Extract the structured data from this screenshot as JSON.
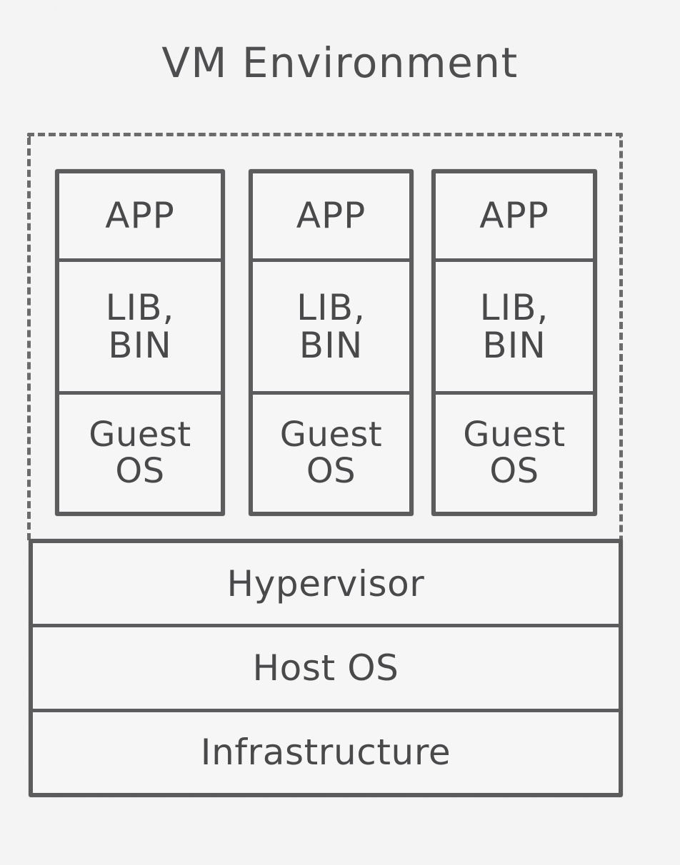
{
  "title": "VM Environment",
  "vm_group": {
    "boundary_style": "dashed",
    "columns": [
      {
        "id": "vm-1",
        "cells": [
          {
            "name": "app",
            "label": "APP"
          },
          {
            "name": "lib-bin",
            "label": "LIB,\nBIN"
          },
          {
            "name": "guest-os",
            "label": "Guest\nOS"
          }
        ]
      },
      {
        "id": "vm-2",
        "cells": [
          {
            "name": "app",
            "label": "APP"
          },
          {
            "name": "lib-bin",
            "label": "LIB,\nBIN"
          },
          {
            "name": "guest-os",
            "label": "Guest\nOS"
          }
        ]
      },
      {
        "id": "vm-3",
        "cells": [
          {
            "name": "app",
            "label": "APP"
          },
          {
            "name": "lib-bin",
            "label": "LIB,\nBIN"
          },
          {
            "name": "guest-os",
            "label": "Guest\nOS"
          }
        ]
      }
    ]
  },
  "bottom_stack": {
    "layers": [
      {
        "name": "hypervisor",
        "label": "Hypervisor"
      },
      {
        "name": "host-os",
        "label": "Host OS"
      },
      {
        "name": "infrastructure",
        "label": "Infrastructure"
      }
    ]
  },
  "colors": {
    "background": "#f4f4f5",
    "stroke": "#5c5c5e",
    "dashed_stroke": "#6b6b6d",
    "text": "#49494b",
    "title_text": "#4e4e50"
  }
}
